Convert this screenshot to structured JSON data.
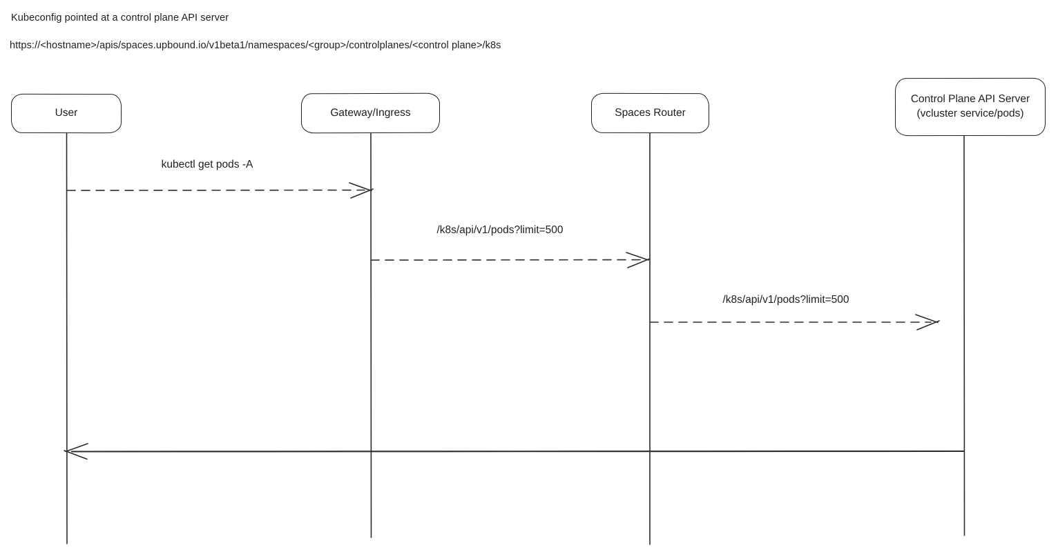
{
  "header": {
    "title": "Kubeconfig pointed at a control plane API server",
    "url": "https://<hostname>/apis/spaces.upbound.io/v1beta1/namespaces/<group>/controlplanes/<control plane>/k8s"
  },
  "diagram": {
    "type": "sequence",
    "colors": {
      "stroke": "#1e1e1e",
      "background": "#ffffff"
    },
    "actors": [
      {
        "id": "user",
        "label": "User"
      },
      {
        "id": "gateway-ingress",
        "label": "Gateway/Ingress"
      },
      {
        "id": "spaces-router",
        "label": "Spaces Router"
      },
      {
        "id": "control-plane-api-server",
        "label": "Control Plane API Server",
        "sublabel": "(vcluster service/pods)"
      }
    ],
    "messages": [
      {
        "from": "User",
        "to": "Gateway/Ingress",
        "label": "kubectl get pods -A",
        "style": "dashed"
      },
      {
        "from": "Gateway/Ingress",
        "to": "Spaces Router",
        "label": "/k8s/api/v1/pods?limit=500",
        "style": "dashed"
      },
      {
        "from": "Spaces Router",
        "to": "Control Plane API Server",
        "label": "/k8s/api/v1/pods?limit=500",
        "style": "dashed"
      },
      {
        "from": "Control Plane API Server",
        "to": "User",
        "label": "",
        "style": "solid-return"
      }
    ]
  }
}
